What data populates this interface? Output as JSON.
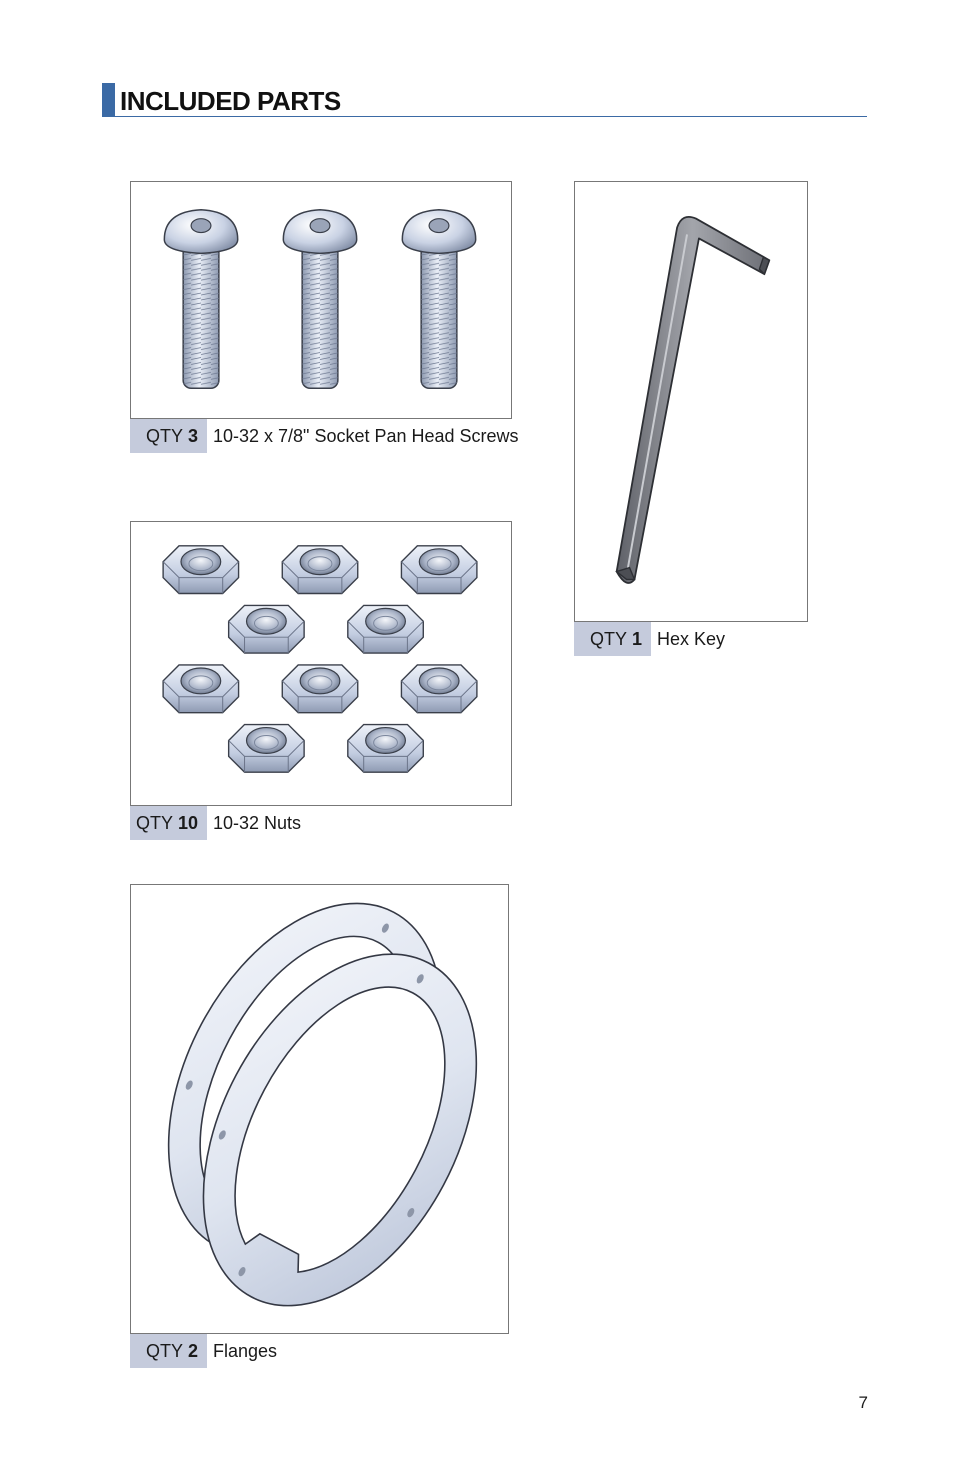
{
  "section": {
    "title": "INCLUDED PARTS"
  },
  "parts": [
    {
      "qty_label": "QTY",
      "qty": "3",
      "description": "10-32 x 7/8\" Socket Pan Head Screws",
      "illustration": "socket-pan-head-screws"
    },
    {
      "qty_label": "QTY",
      "qty": "1",
      "description": "Hex Key",
      "illustration": "hex-key"
    },
    {
      "qty_label": "QTY",
      "qty": "10",
      "description": "10-32 Nuts",
      "illustration": "hex-nuts"
    },
    {
      "qty_label": "QTY",
      "qty": "2",
      "description": "Flanges",
      "illustration": "flanges"
    }
  ],
  "page_number": "7",
  "colors": {
    "accent": "#3b6aa5",
    "qty_background": "#c5cbdc",
    "metal": "#c8d2e6"
  }
}
